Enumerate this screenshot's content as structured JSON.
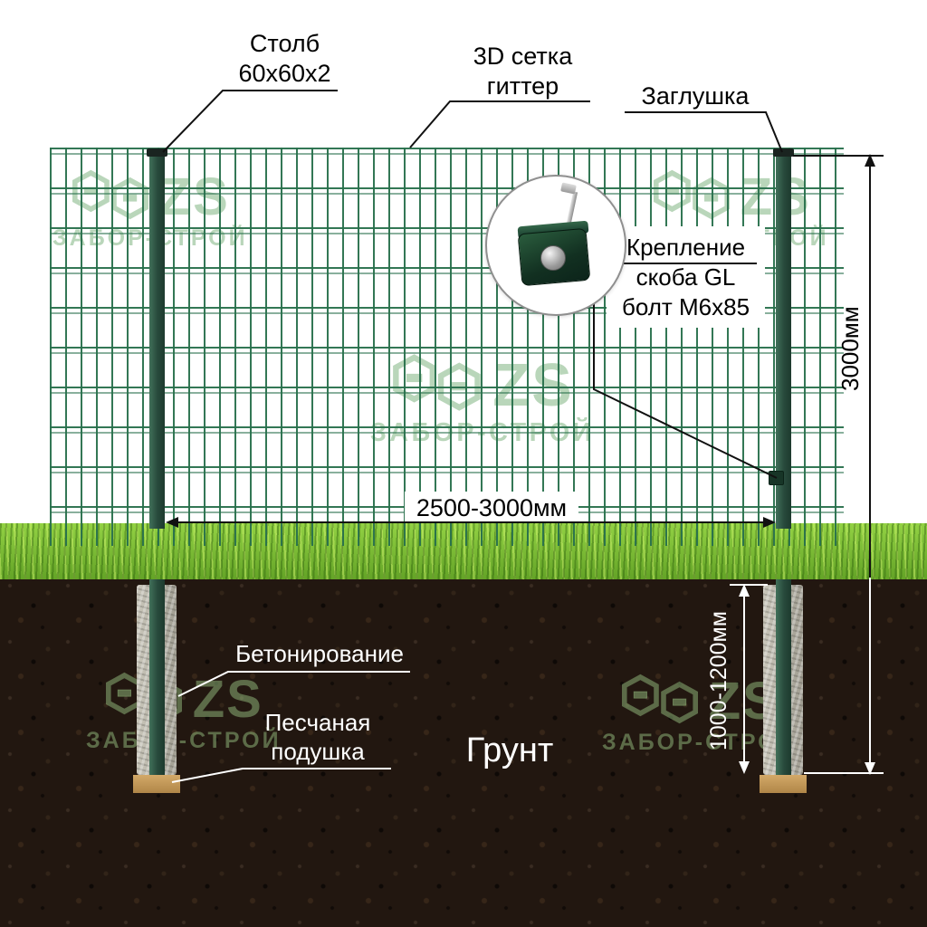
{
  "watermark": {
    "zs": "ZS",
    "name": "ЗАБОР-СТРОЙ"
  },
  "callouts": {
    "post": {
      "line1": "Столб",
      "line2": "60х60х2"
    },
    "mesh": {
      "line1": "3D сетка",
      "line2": "гиттер"
    },
    "cap": {
      "line1": "Заглушка"
    },
    "fastening": {
      "line1": "Крепление",
      "line2": "скоба GL",
      "line3": "болт М6х85"
    },
    "concreting": {
      "line1": "Бетонирование"
    },
    "sand": {
      "line1": "Песчаная",
      "line2": "подушка"
    },
    "ground": {
      "line1": "Грунт"
    }
  },
  "dimensions": {
    "span": "2500-3000мм",
    "height": "3000мм",
    "depth": "1000-1200мм"
  },
  "colors": {
    "mesh_green": "#28704c",
    "post_green": "#27493b",
    "grass_green": "#7fc437",
    "soil_brown": "#221710",
    "concrete_gray": "#b5b2a5",
    "sand_tan": "#c49758",
    "watermark_green": "#b9d6ba"
  }
}
